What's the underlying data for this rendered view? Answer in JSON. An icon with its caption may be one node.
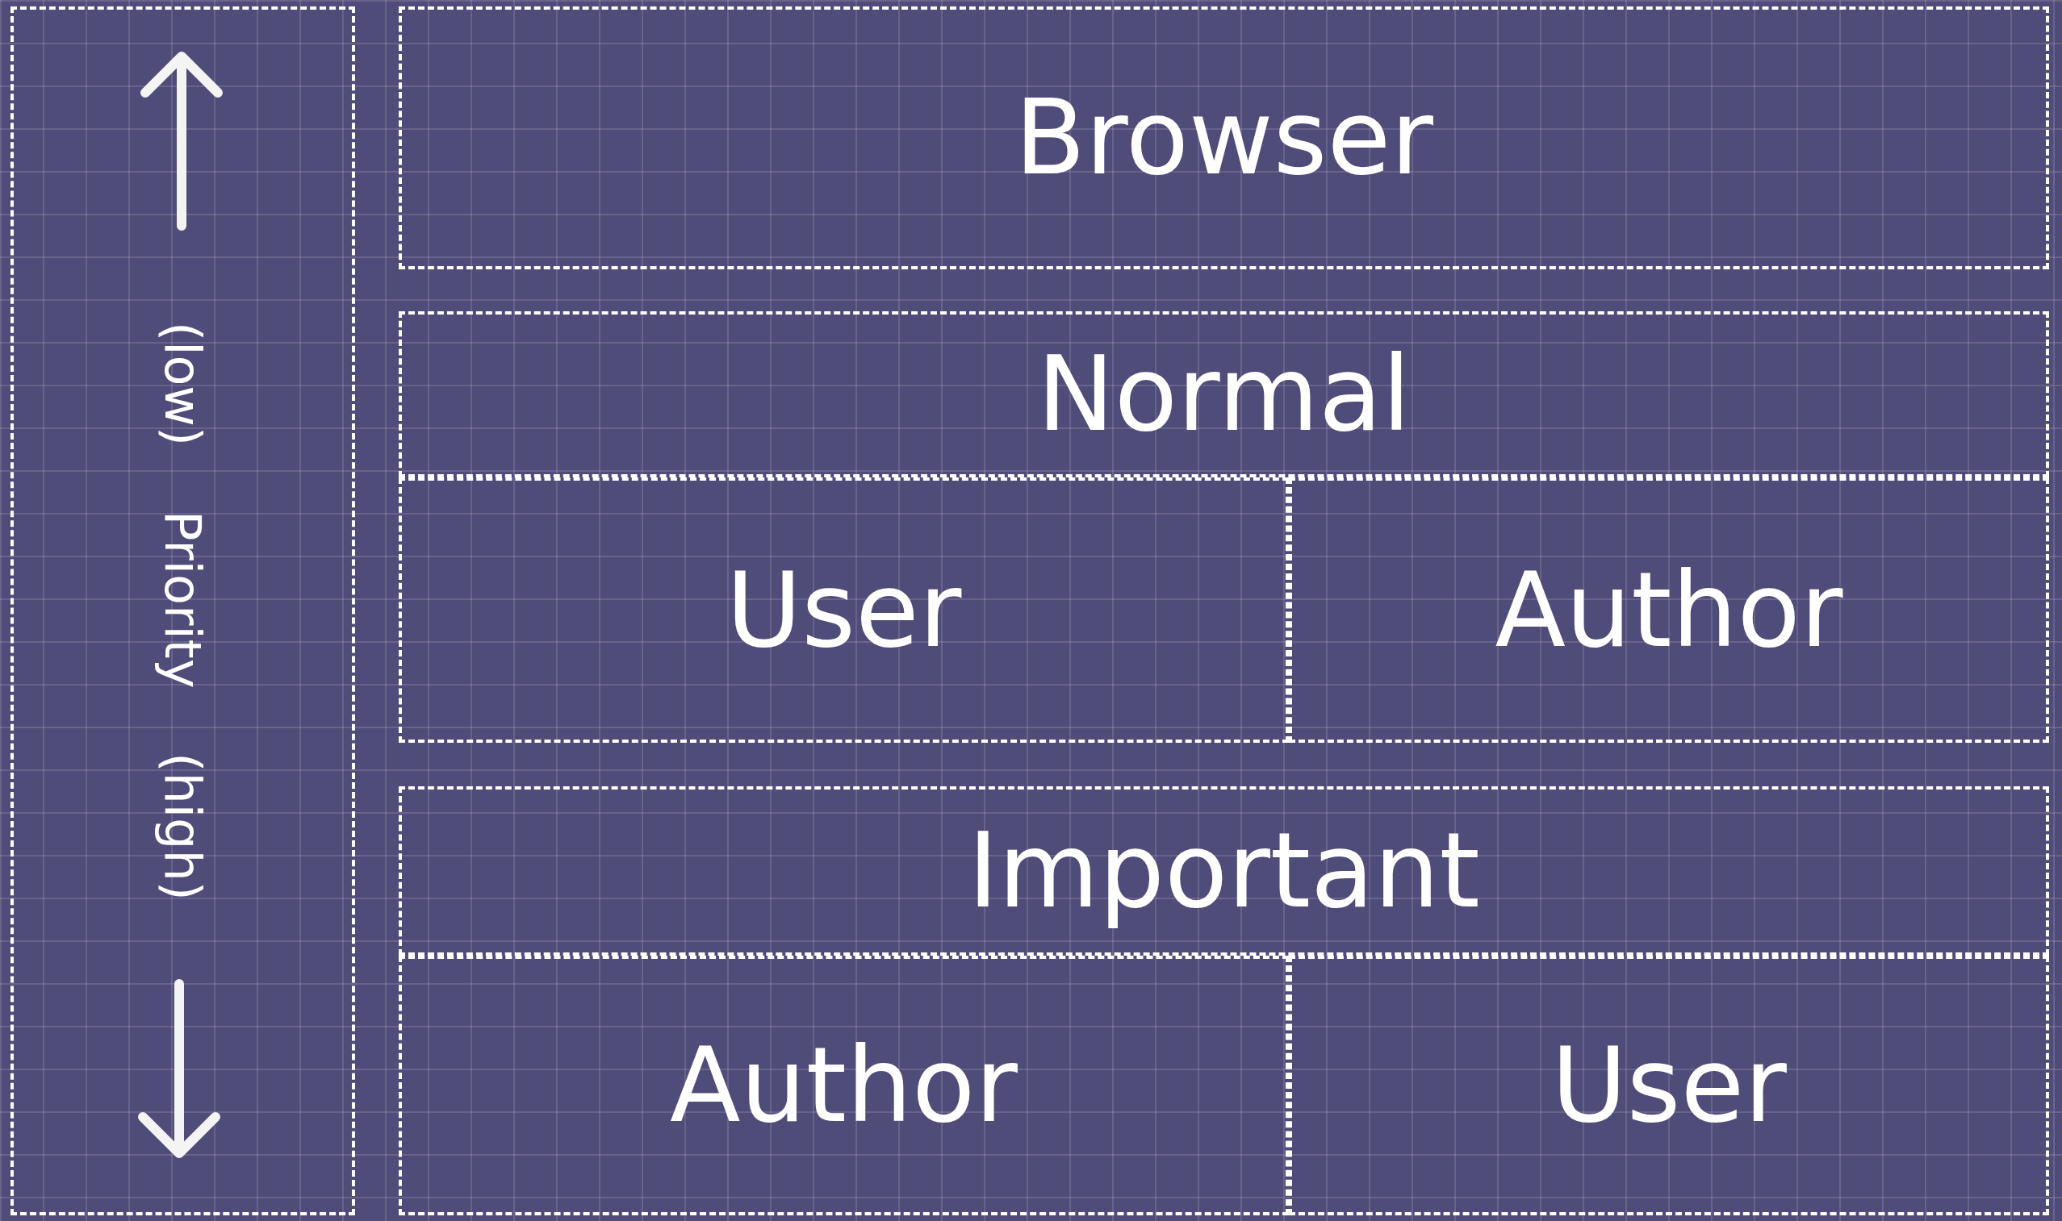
{
  "diagram": {
    "nodes": [
      {
        "text": [
          "(low) Priority (high)"
        ]
      },
      {
        "text": [
          "Browser"
        ]
      },
      {
        "text": [
          "Normal"
        ]
      },
      {
        "text": [
          "User"
        ]
      },
      {
        "text": [
          "Author"
        ]
      },
      {
        "text": [
          "Important"
        ]
      },
      {
        "text": [
          "Author"
        ]
      },
      {
        "text": [
          "User"
        ]
      }
    ]
  }
}
